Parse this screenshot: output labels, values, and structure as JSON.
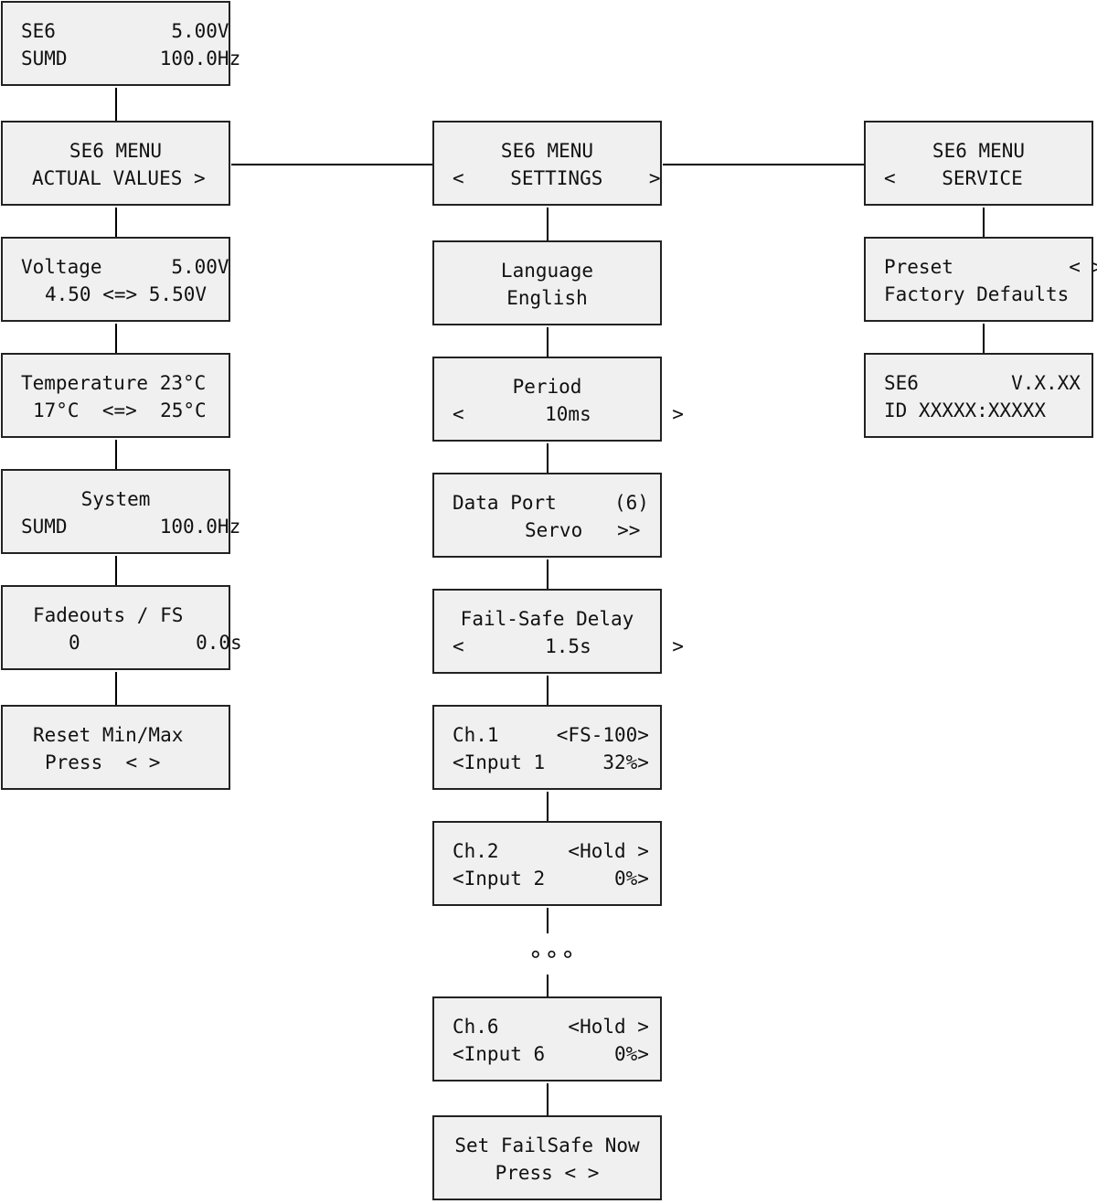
{
  "column_left": {
    "status": {
      "line1": "SE6          5.00V",
      "line2": "SUMD        100.0Hz"
    },
    "menu_actual": {
      "line1": "SE6 MENU",
      "line2": "ACTUAL VALUES >"
    },
    "voltage": {
      "line1": "Voltage      5.00V",
      "line2": "4.50 <=> 5.50V"
    },
    "temperature": {
      "line1": "Temperature 23°C",
      "line2": "17°C  <=>  25°C"
    },
    "system": {
      "line1": "System",
      "line2": "SUMD        100.0Hz"
    },
    "fadeouts": {
      "line1": "Fadeouts / FS",
      "line2": "0          0.0s"
    },
    "reset": {
      "line1": "Reset Min/Max",
      "line2": "Press  < >"
    }
  },
  "column_center": {
    "menu_settings": {
      "line1": "SE6 MENU",
      "line2": "<    SETTINGS    >"
    },
    "language": {
      "line1": "Language",
      "line2": "English"
    },
    "period": {
      "line1": "Period",
      "line2": "<       10ms       >"
    },
    "data_port": {
      "line1": "Data Port     (6)",
      "line2": "Servo   >>"
    },
    "failsafe_delay": {
      "line1": "Fail-Safe Delay",
      "line2": "<       1.5s       >"
    },
    "ch1": {
      "line1": "Ch.1     <FS-100>",
      "line2": "<Input 1     32%>"
    },
    "ch2": {
      "line1": "Ch.2      <Hold >",
      "line2": "<Input 2      0%>"
    },
    "ellipsis": "∘∘∘",
    "ch6": {
      "line1": "Ch.6      <Hold >",
      "line2": "<Input 6      0%>"
    },
    "set_failsafe": {
      "line1": "Set FailSafe Now",
      "line2": "Press < >"
    }
  },
  "column_right": {
    "menu_service": {
      "line1": "SE6 MENU",
      "line2": "<    SERVICE"
    },
    "preset": {
      "line1": "Preset          < >",
      "line2": "Factory Defaults"
    },
    "version": {
      "line1": "SE6        V.X.XX",
      "line2": "ID XXXXX:XXXXX"
    }
  }
}
